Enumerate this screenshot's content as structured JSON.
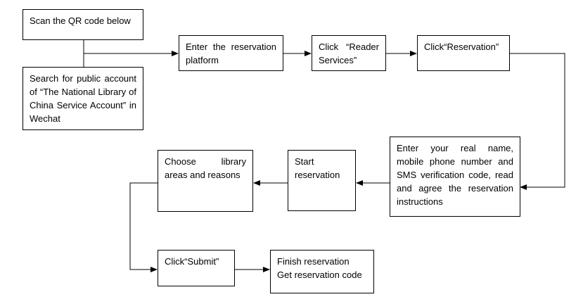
{
  "steps": {
    "scan_qr": "Scan the QR code below",
    "search_account": "Search for public account of “The National Library of China Service Account” in Wechat",
    "enter_platform": "Enter the reservation platform",
    "reader_services": "Click “Reader Services”",
    "reservation": "Click“Reservation”",
    "enter_info": "Enter your real name, mobile phone number and SMS verification code, read and agree the reservation instructions",
    "start_reservation": "Start reservation",
    "choose_library": "Choose library areas and reasons",
    "submit": "Click“Submit”",
    "finish": "Finish reservation\nGet reservation code"
  }
}
